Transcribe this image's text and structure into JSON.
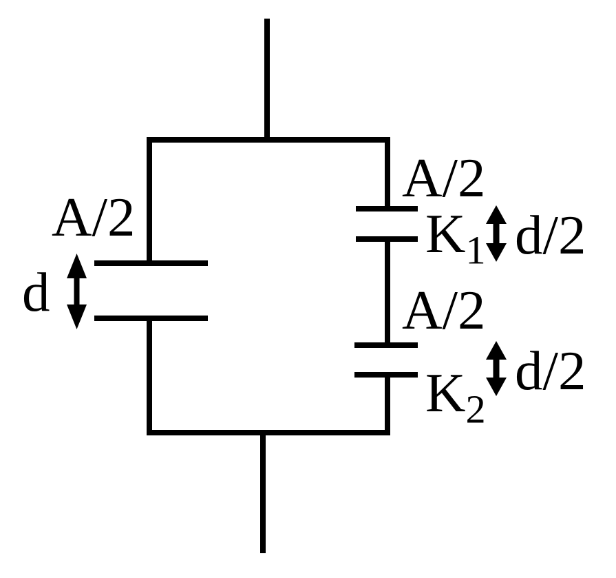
{
  "diagram": {
    "type": "capacitor-circuit-figure",
    "background_color": "#ffffff",
    "line_color": "#000000",
    "left_capacitor": {
      "area_label": "A/2",
      "gap_label": "d"
    },
    "right_capacitor_1": {
      "area_label": "A/2",
      "dielectric_label": "K",
      "dielectric_subscript": "1",
      "gap_label": "d/2"
    },
    "right_capacitor_2": {
      "area_label": "A/2",
      "dielectric_label": "K",
      "dielectric_subscript": "2",
      "gap_label": "d/2"
    }
  }
}
